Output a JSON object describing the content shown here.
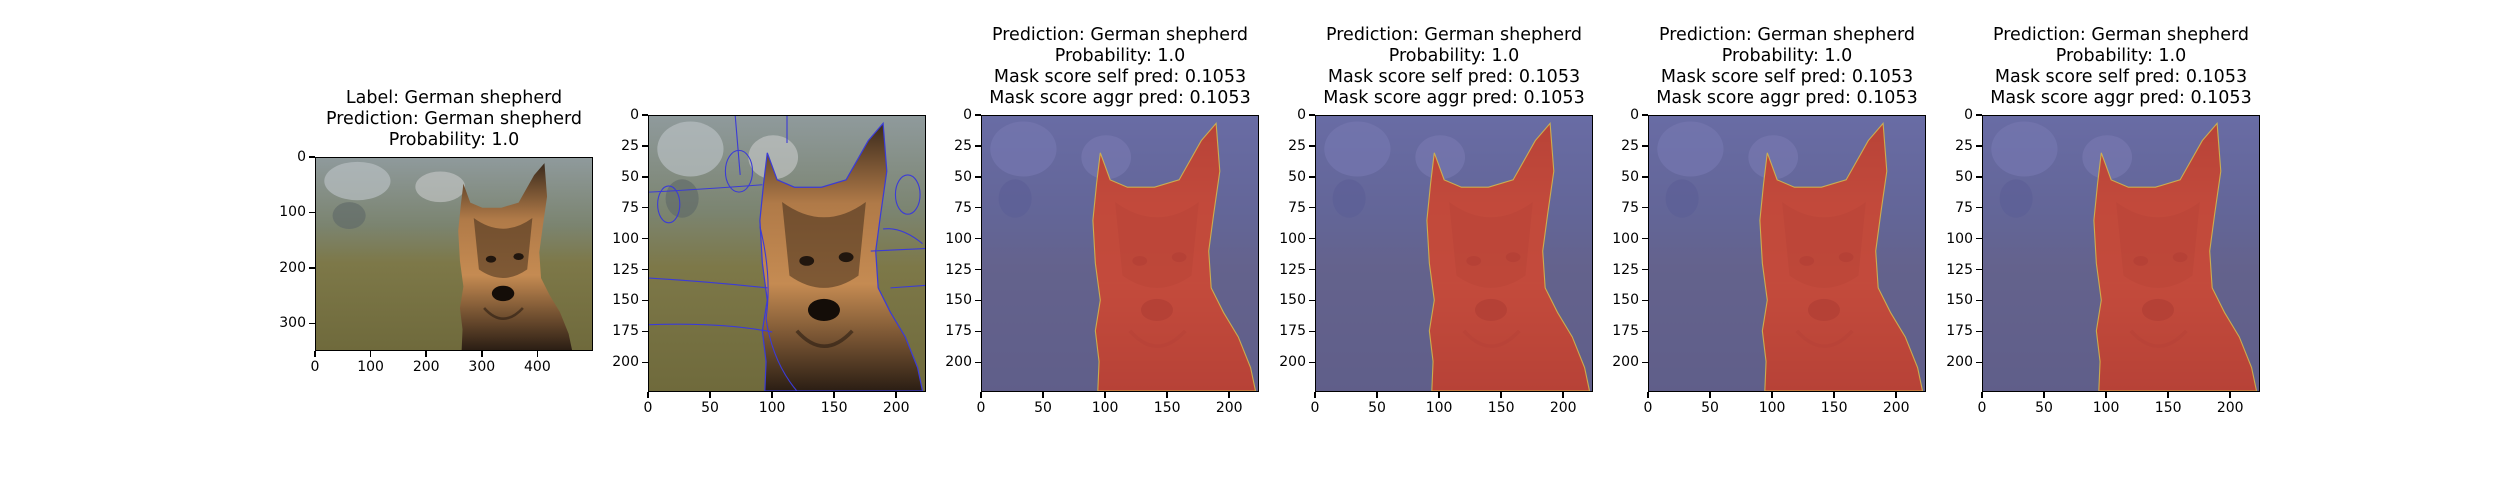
{
  "figure": {
    "panels": [
      {
        "kind": "original",
        "title_lines": [
          "Label: German shepherd",
          "Prediction: German shepherd",
          "Probability: 1.0"
        ],
        "x_ticks": [
          "0",
          "100",
          "200",
          "300",
          "400"
        ],
        "y_ticks": [
          "0",
          "100",
          "200",
          "300"
        ]
      },
      {
        "kind": "superpixels",
        "title_lines": [],
        "x_ticks": [
          "0",
          "50",
          "100",
          "150",
          "200"
        ],
        "y_ticks": [
          "0",
          "25",
          "50",
          "75",
          "100",
          "125",
          "150",
          "175",
          "200"
        ]
      },
      {
        "kind": "mask",
        "title_lines": [
          "Prediction: German shepherd",
          "Probability: 1.0",
          "Mask score self pred: 0.1053",
          "Mask score aggr pred: 0.1053"
        ],
        "x_ticks": [
          "0",
          "50",
          "100",
          "150",
          "200"
        ],
        "y_ticks": [
          "0",
          "25",
          "50",
          "75",
          "100",
          "125",
          "150",
          "175",
          "200"
        ]
      },
      {
        "kind": "mask",
        "title_lines": [
          "Prediction: German shepherd",
          "Probability: 1.0",
          "Mask score self pred: 0.1053",
          "Mask score aggr pred: 0.1053"
        ],
        "x_ticks": [
          "0",
          "50",
          "100",
          "150",
          "200"
        ],
        "y_ticks": [
          "0",
          "25",
          "50",
          "75",
          "100",
          "125",
          "150",
          "175",
          "200"
        ]
      },
      {
        "kind": "mask",
        "title_lines": [
          "Prediction: German shepherd",
          "Probability: 1.0",
          "Mask score self pred: 0.1053",
          "Mask score aggr pred: 0.1053"
        ],
        "x_ticks": [
          "0",
          "50",
          "100",
          "150",
          "200"
        ],
        "y_ticks": [
          "0",
          "25",
          "50",
          "75",
          "100",
          "125",
          "150",
          "175",
          "200"
        ]
      },
      {
        "kind": "mask",
        "title_lines": [
          "Prediction: German shepherd",
          "Probability: 1.0",
          "Mask score self pred: 0.1053",
          "Mask score aggr pred: 0.1053"
        ],
        "x_ticks": [
          "0",
          "50",
          "100",
          "150",
          "200"
        ],
        "y_ticks": [
          "0",
          "25",
          "50",
          "75",
          "100",
          "125",
          "150",
          "175",
          "200"
        ]
      }
    ],
    "colors": {
      "mask_overlay": "#e0401c",
      "background_overlay": "#5a5aa8",
      "superpixel_edge": "#3b3bd6"
    }
  }
}
